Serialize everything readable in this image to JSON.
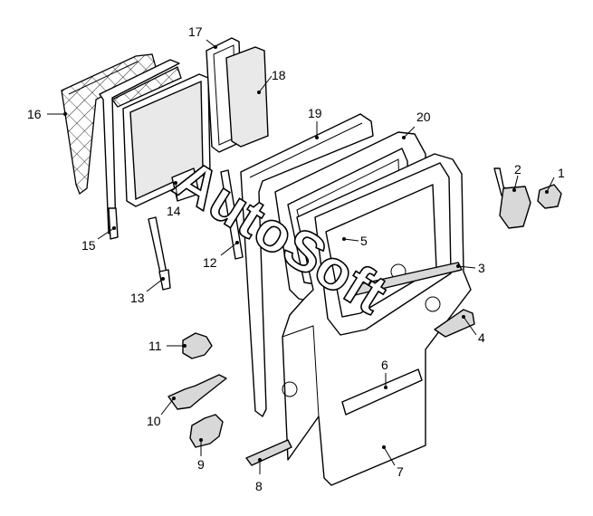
{
  "watermark": "AutoSoft",
  "callouts": [
    {
      "id": "c1",
      "label": "1"
    },
    {
      "id": "c2",
      "label": "2"
    },
    {
      "id": "c3",
      "label": "3"
    },
    {
      "id": "c4",
      "label": "4"
    },
    {
      "id": "c5",
      "label": "5"
    },
    {
      "id": "c6",
      "label": "6"
    },
    {
      "id": "c7",
      "label": "7"
    },
    {
      "id": "c8",
      "label": "8"
    },
    {
      "id": "c9",
      "label": "9"
    },
    {
      "id": "c10",
      "label": "10"
    },
    {
      "id": "c11",
      "label": "11"
    },
    {
      "id": "c12",
      "label": "12"
    },
    {
      "id": "c13",
      "label": "13"
    },
    {
      "id": "c14",
      "label": "14"
    },
    {
      "id": "c15",
      "label": "15"
    },
    {
      "id": "c16",
      "label": "16"
    },
    {
      "id": "c17",
      "label": "17"
    },
    {
      "id": "c18",
      "label": "18"
    },
    {
      "id": "c19",
      "label": "19"
    },
    {
      "id": "c20",
      "label": "20"
    }
  ]
}
